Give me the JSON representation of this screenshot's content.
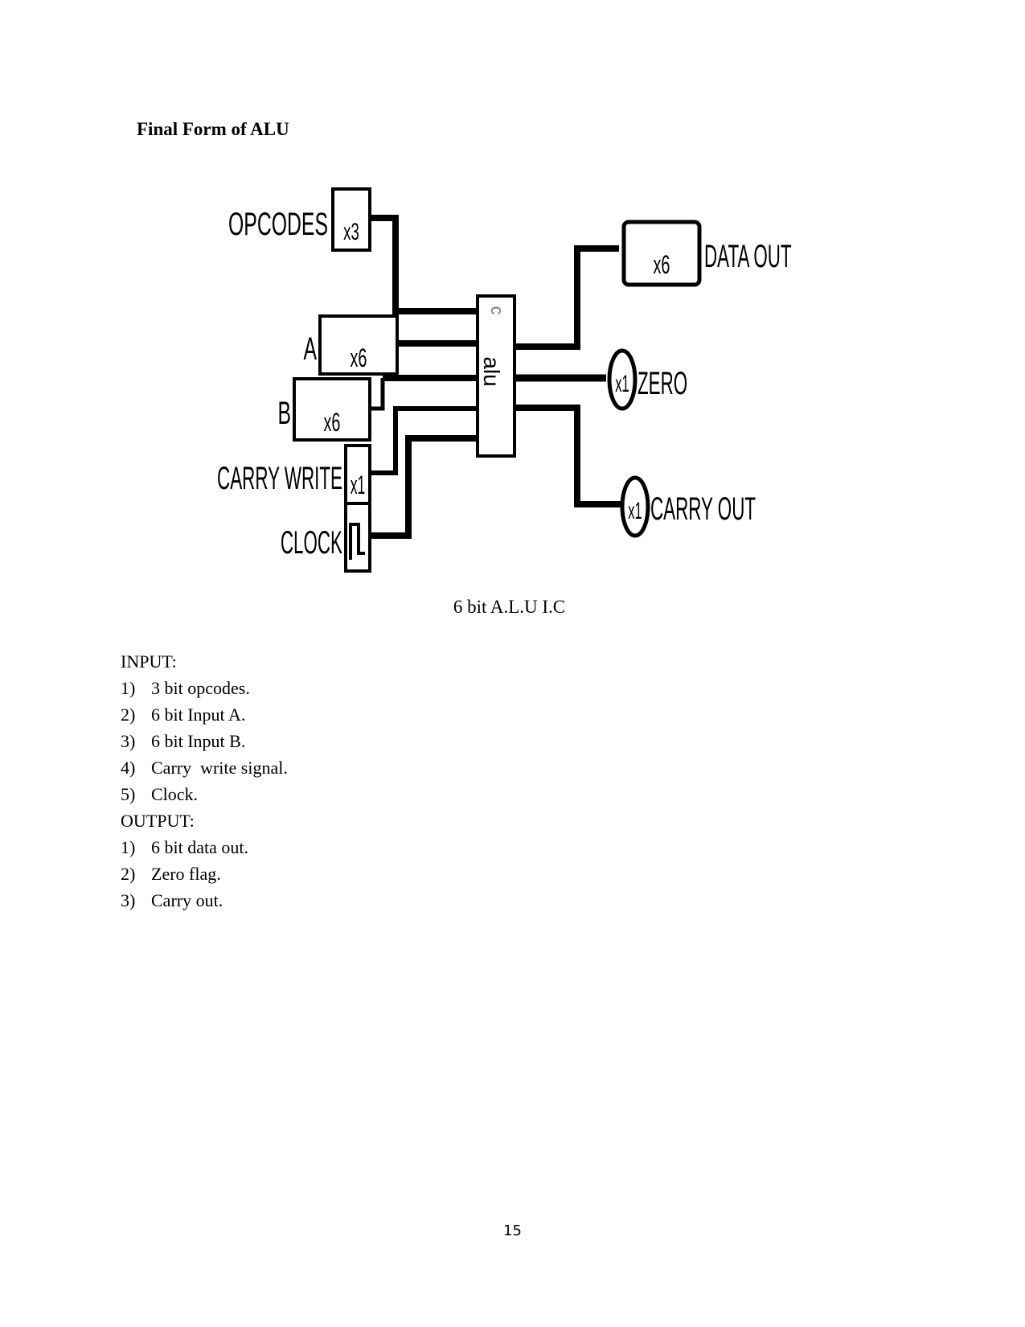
{
  "heading": "Final Form of ALU",
  "diagram": {
    "inputs": {
      "opcodes": {
        "label": "OPCODES",
        "width": "x3"
      },
      "a": {
        "label": "A",
        "width": "x6"
      },
      "b": {
        "label": "B",
        "width": "x6"
      },
      "carry_write": {
        "label": "CARRY WRITE",
        "width": "x1"
      },
      "clock": {
        "label": "CLOCK"
      }
    },
    "chip_label": "alu",
    "chip_notch": "c",
    "outputs": {
      "data_out": {
        "label": "DATA OUT",
        "width": "x6"
      },
      "zero": {
        "label": "ZERO",
        "width": "x1"
      },
      "carry_out": {
        "label": "CARRY OUT",
        "width": "x1"
      }
    }
  },
  "caption": "6 bit A.L.U I.C",
  "input_section": {
    "title": "INPUT:",
    "items": [
      {
        "num": "1)",
        "text": "3 bit opcodes."
      },
      {
        "num": "2)",
        "text": "6 bit Input A."
      },
      {
        "num": "3)",
        "text": "6 bit Input B."
      },
      {
        "num": "4)",
        "text": "Carry  write signal."
      },
      {
        "num": "5)",
        "text": "Clock."
      }
    ]
  },
  "output_section": {
    "title": "OUTPUT:",
    "items": [
      {
        "num": "1)",
        "text": "6 bit data out."
      },
      {
        "num": "2)",
        "text": "Zero flag."
      },
      {
        "num": "3)",
        "text": "Carry out."
      }
    ]
  },
  "page_number": "15"
}
